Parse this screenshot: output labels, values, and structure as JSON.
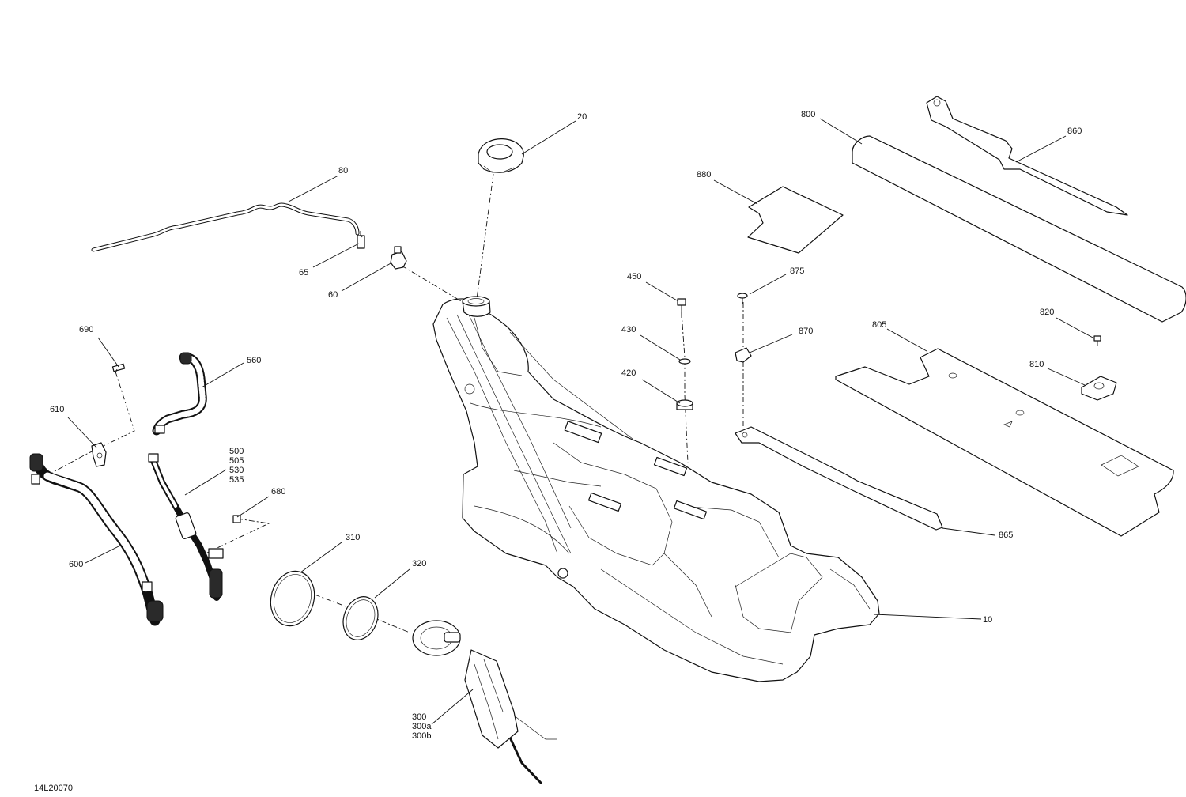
{
  "figure_code": "14L20070",
  "callouts": [
    {
      "id": "c-10",
      "lines": [
        "10"
      ]
    },
    {
      "id": "c-20",
      "lines": [
        "20"
      ]
    },
    {
      "id": "c-60",
      "lines": [
        "60"
      ]
    },
    {
      "id": "c-65",
      "lines": [
        "65"
      ]
    },
    {
      "id": "c-80",
      "lines": [
        "80"
      ]
    },
    {
      "id": "c-300",
      "lines": [
        "300",
        "300a",
        "300b"
      ]
    },
    {
      "id": "c-310",
      "lines": [
        "310"
      ]
    },
    {
      "id": "c-320",
      "lines": [
        "320"
      ]
    },
    {
      "id": "c-420",
      "lines": [
        "420"
      ]
    },
    {
      "id": "c-430",
      "lines": [
        "430"
      ]
    },
    {
      "id": "c-450",
      "lines": [
        "450"
      ]
    },
    {
      "id": "c-500",
      "lines": [
        "500",
        "505",
        "530",
        "535"
      ]
    },
    {
      "id": "c-560",
      "lines": [
        "560"
      ]
    },
    {
      "id": "c-600",
      "lines": [
        "600"
      ]
    },
    {
      "id": "c-610",
      "lines": [
        "610"
      ]
    },
    {
      "id": "c-680",
      "lines": [
        "680"
      ]
    },
    {
      "id": "c-690",
      "lines": [
        "690"
      ]
    },
    {
      "id": "c-800",
      "lines": [
        "800"
      ]
    },
    {
      "id": "c-805",
      "lines": [
        "805"
      ]
    },
    {
      "id": "c-810",
      "lines": [
        "810"
      ]
    },
    {
      "id": "c-820",
      "lines": [
        "820"
      ]
    },
    {
      "id": "c-860",
      "lines": [
        "860"
      ]
    },
    {
      "id": "c-865",
      "lines": [
        "865"
      ]
    },
    {
      "id": "c-870",
      "lines": [
        "870"
      ]
    },
    {
      "id": "c-875",
      "lines": [
        "875"
      ]
    },
    {
      "id": "c-880",
      "lines": [
        "880"
      ]
    }
  ]
}
